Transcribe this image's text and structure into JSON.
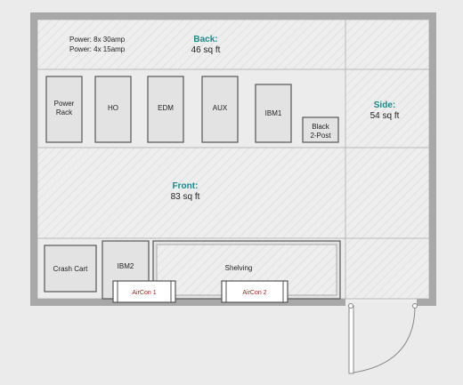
{
  "zones": {
    "back": {
      "title": "Back:",
      "area": "46 sq ft"
    },
    "side": {
      "title": "Side:",
      "area": "54 sq ft"
    },
    "front": {
      "title": "Front:",
      "area": "83 sq ft"
    }
  },
  "power": {
    "line1": "Power: 8x 30amp",
    "line2": "Power: 4x 15amp"
  },
  "equipment": {
    "power_rack": [
      "Power",
      "Rack"
    ],
    "ho": "HO",
    "edm": "EDM",
    "aux": "AUX",
    "ibm1": "IBM1",
    "black_2post": [
      "Black",
      "2-Post"
    ],
    "crash_cart": "Crash Cart",
    "ibm2": "IBM2",
    "shelving": "Shelving",
    "aircon1": "AirCon 1",
    "aircon2": "AirCon 2"
  },
  "colors": {
    "zone_title": "#1a8a8a",
    "aircon_label": "#b02020",
    "wall": "#a8a8a8"
  }
}
